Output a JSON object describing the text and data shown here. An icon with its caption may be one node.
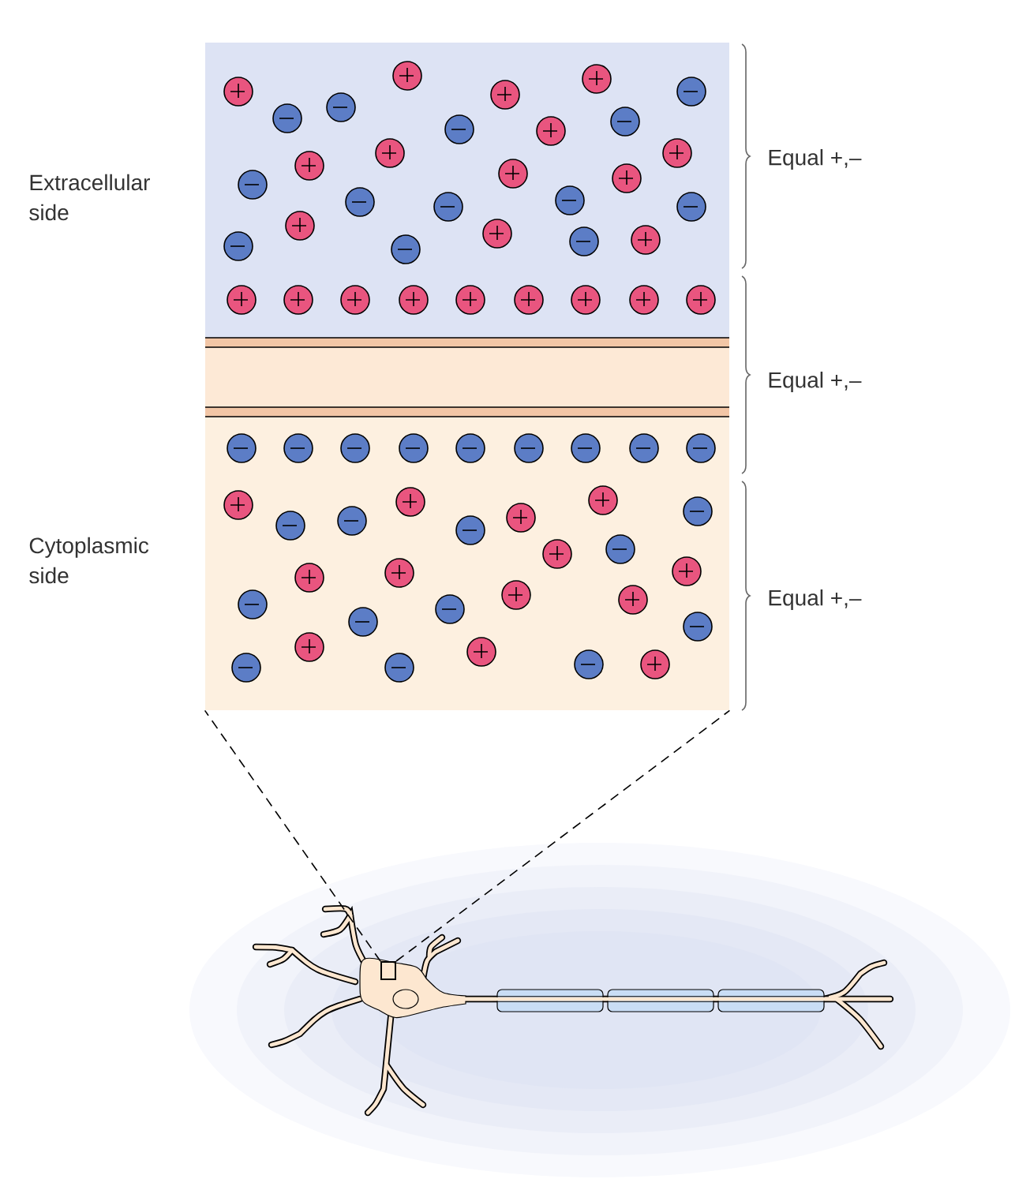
{
  "diagram": {
    "nodes": [
      {
        "text": [],
        "shape": "box"
      },
      {
        "text": [],
        "shape": "box"
      }
    ],
    "edges": [
      {
        "from": 1,
        "to": 0,
        "arrow": "none",
        "style": "dashed"
      },
      {
        "from": 1,
        "to": 0,
        "arrow": "none",
        "style": "dashed"
      }
    ],
    "labels": [
      "Extracellular side",
      "Equal +,–",
      "Equal +,–",
      "Cytoplasmic side",
      "Equal +,–"
    ]
  }
}
